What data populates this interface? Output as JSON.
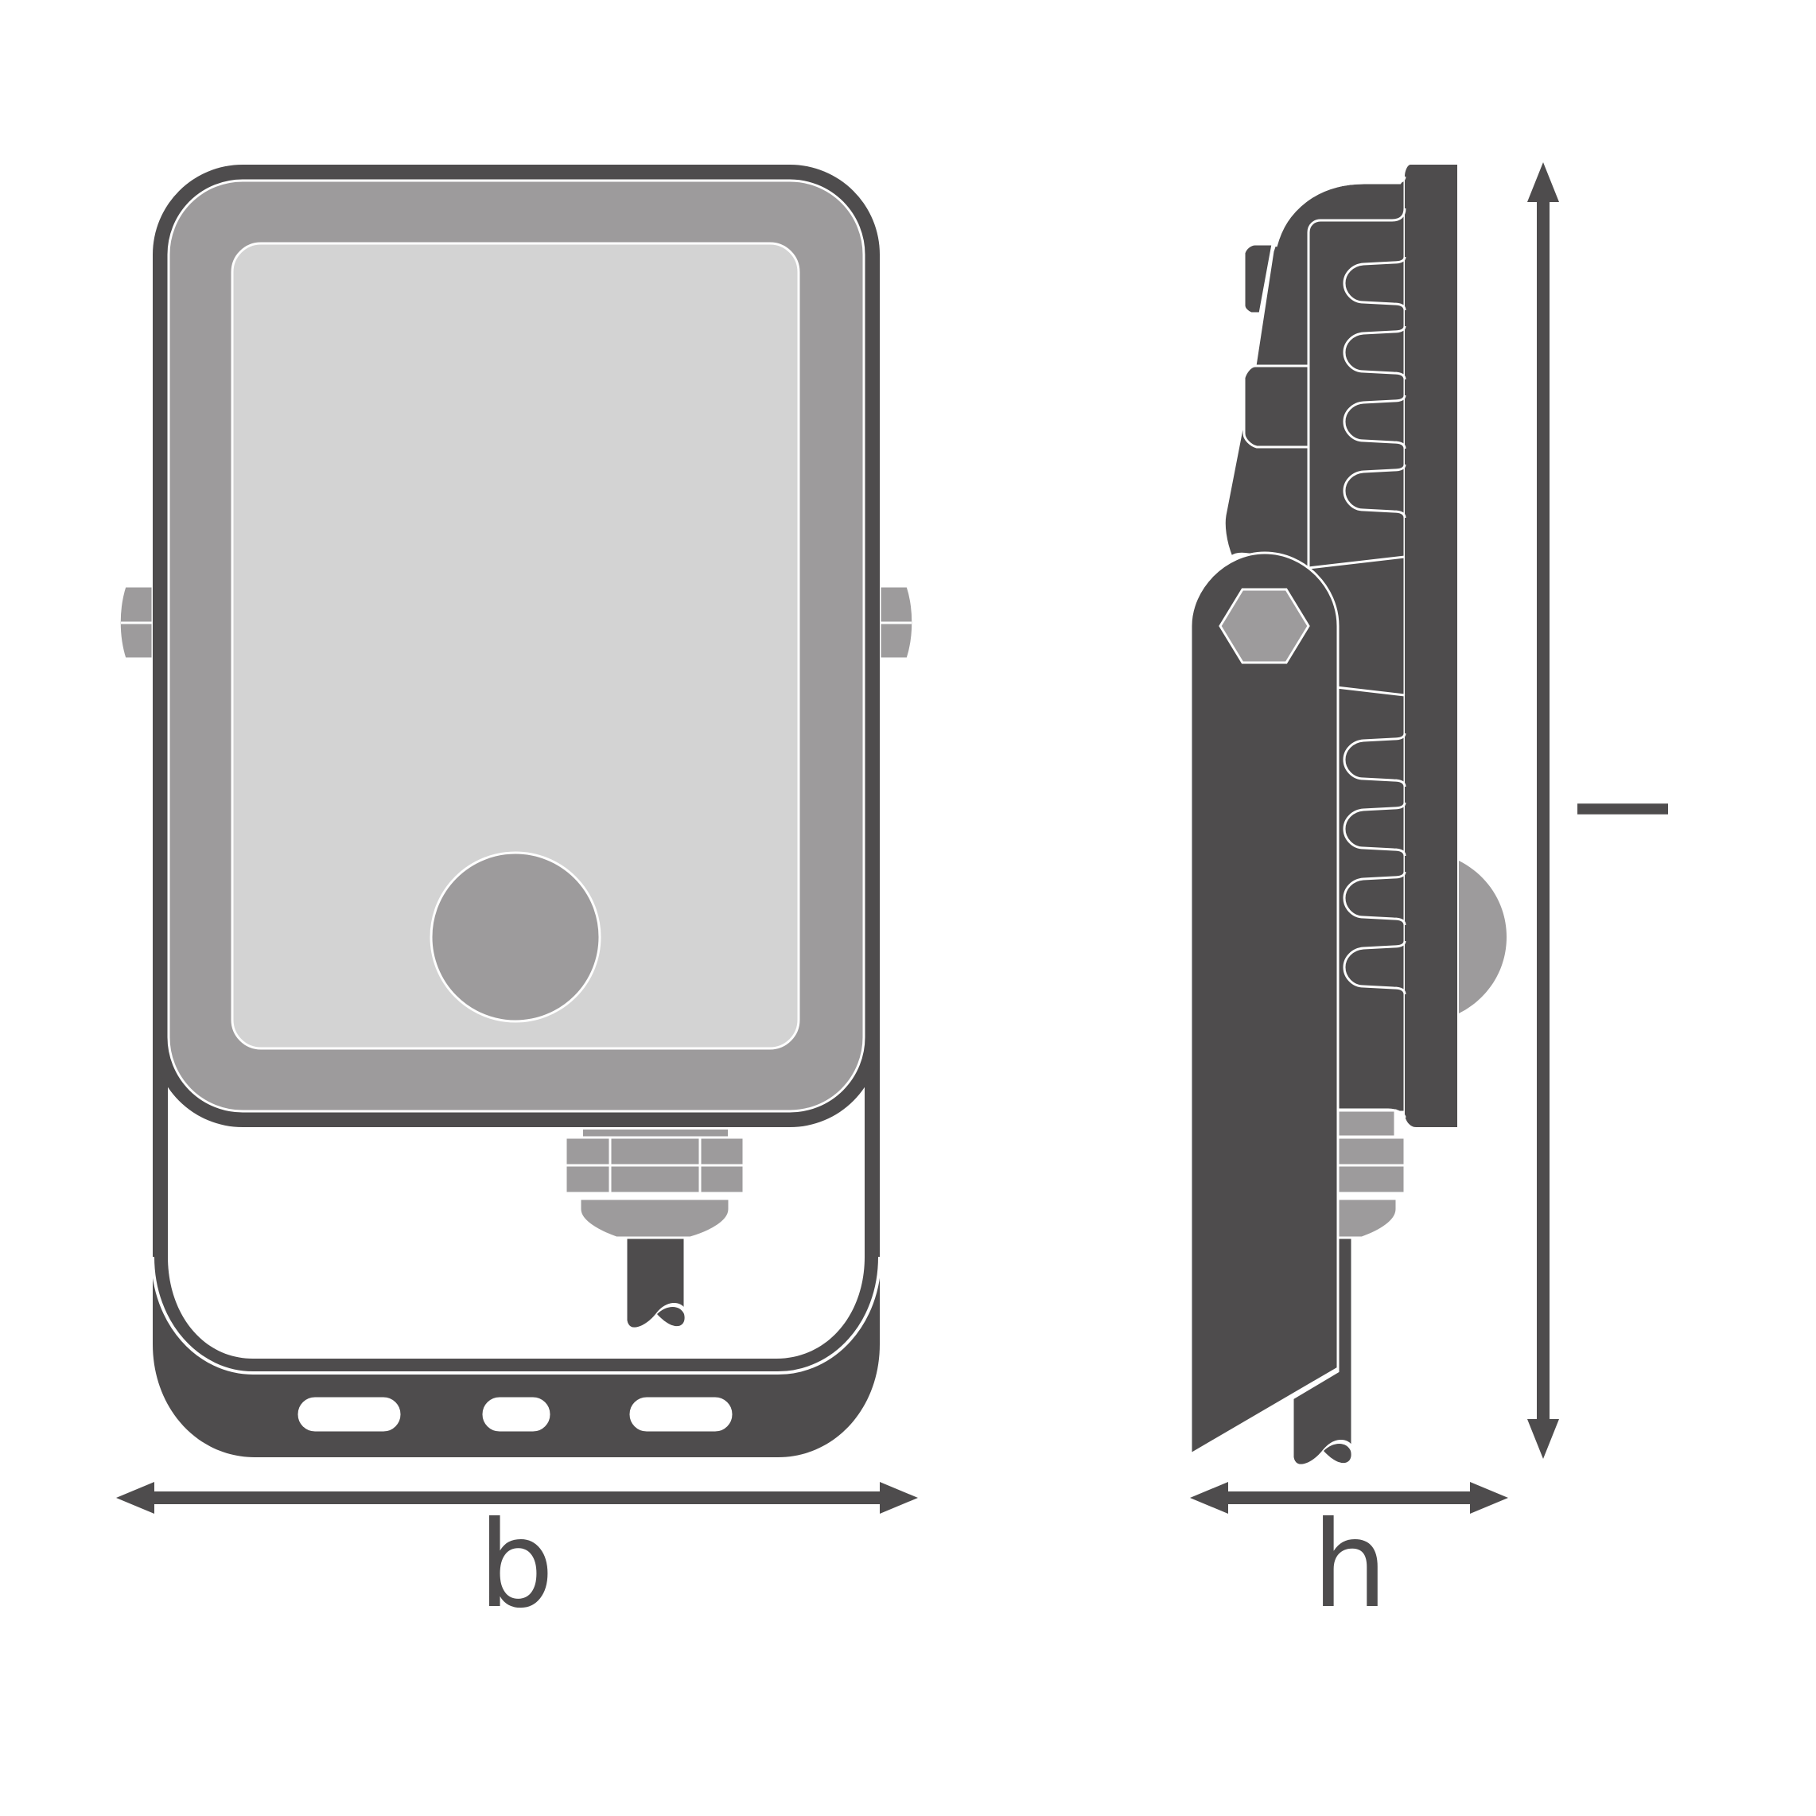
{
  "diagram": {
    "views": [
      "front-view",
      "side-view"
    ],
    "colors": {
      "dark": "#4e4c4d",
      "mid": "#9d9b9c",
      "light": "#d3d3d3",
      "outline": "#ffffff"
    }
  },
  "dimensions": {
    "width_label": "b",
    "depth_label": "h",
    "length_label": "l"
  }
}
